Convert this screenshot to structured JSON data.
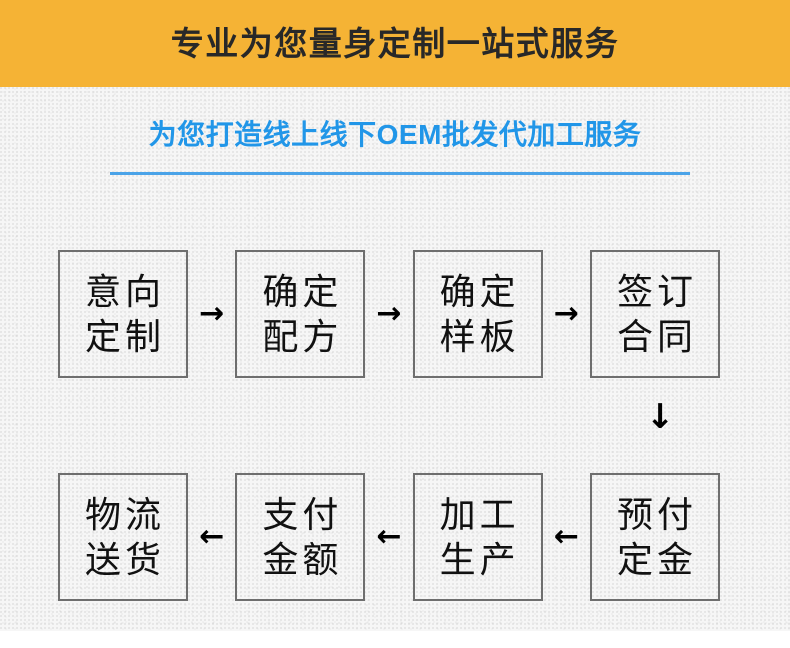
{
  "header": {
    "title": "专业为您量身定制一站式服务",
    "background_color": "#f5b335",
    "text_color": "#282828"
  },
  "subtitle": {
    "text": "为您打造线上线下OEM批发代加工服务",
    "color": "#2196e8",
    "rule_color": "#4aa3e8"
  },
  "flow": {
    "arrow_right": "→",
    "arrow_left": "←",
    "arrow_down": "↓",
    "row1": [
      {
        "line1": "意向",
        "line2": "定制"
      },
      {
        "line1": "确定",
        "line2": "配方"
      },
      {
        "line1": "确定",
        "line2": "样板"
      },
      {
        "line1": "签订",
        "line2": "合同"
      }
    ],
    "row2": [
      {
        "line1": "物流",
        "line2": "送货"
      },
      {
        "line1": "支付",
        "line2": "金额"
      },
      {
        "line1": "加工",
        "line2": "生产"
      },
      {
        "line1": "预付",
        "line2": "定金"
      }
    ]
  },
  "colors": {
    "page_background": "#f6f6f6",
    "node_border": "#6e6e6e",
    "node_text": "#111111"
  }
}
